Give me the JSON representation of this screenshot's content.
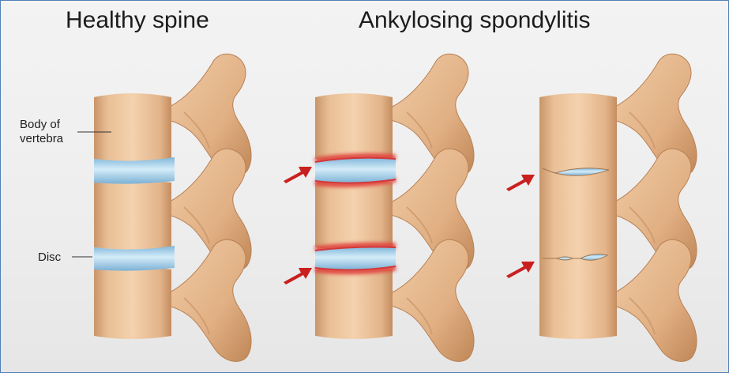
{
  "titles": {
    "healthy": "Healthy spine",
    "as": "Ankylosing spondylitis"
  },
  "labels": {
    "body_of_vertebra": "Body of vertebra",
    "disc": "Disc"
  },
  "colors": {
    "bone": "#e8bd94",
    "disc": "#a9d2ea",
    "inflammation": "#e0463f",
    "arrow": "#c9201f",
    "border": "#4f7fb6"
  },
  "icons": [
    "arrow-right-icon"
  ]
}
